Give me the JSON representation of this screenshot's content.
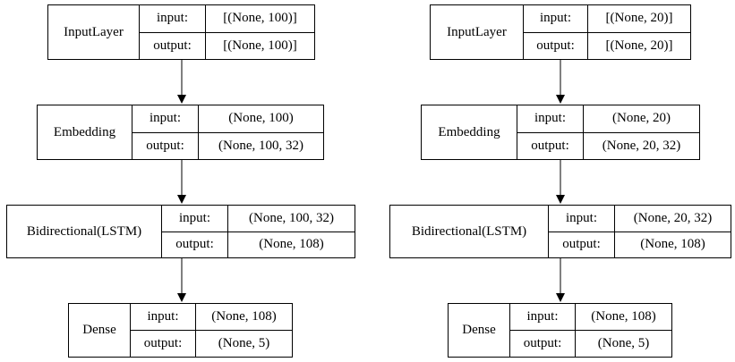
{
  "models": [
    {
      "layers": [
        {
          "name": "InputLayer",
          "input_label": "input:",
          "input": "[(None, 100)]",
          "output_label": "output:",
          "output": "[(None, 100)]"
        },
        {
          "name": "Embedding",
          "input_label": "input:",
          "input": "(None, 100)",
          "output_label": "output:",
          "output": "(None, 100, 32)"
        },
        {
          "name": "Bidirectional(LSTM)",
          "input_label": "input:",
          "input": "(None, 100, 32)",
          "output_label": "output:",
          "output": "(None, 108)"
        },
        {
          "name": "Dense",
          "input_label": "input:",
          "input": "(None, 108)",
          "output_label": "output:",
          "output": "(None, 5)"
        }
      ]
    },
    {
      "layers": [
        {
          "name": "InputLayer",
          "input_label": "input:",
          "input": "[(None, 20)]",
          "output_label": "output:",
          "output": "[(None, 20)]"
        },
        {
          "name": "Embedding",
          "input_label": "input:",
          "input": "(None, 20)",
          "output_label": "output:",
          "output": "(None, 20, 32)"
        },
        {
          "name": "Bidirectional(LSTM)",
          "input_label": "input:",
          "input": "(None, 20, 32)",
          "output_label": "output:",
          "output": "(None, 108)"
        },
        {
          "name": "Dense",
          "input_label": "input:",
          "input": "(None, 108)",
          "output_label": "output:",
          "output": "(None, 5)"
        }
      ]
    }
  ]
}
